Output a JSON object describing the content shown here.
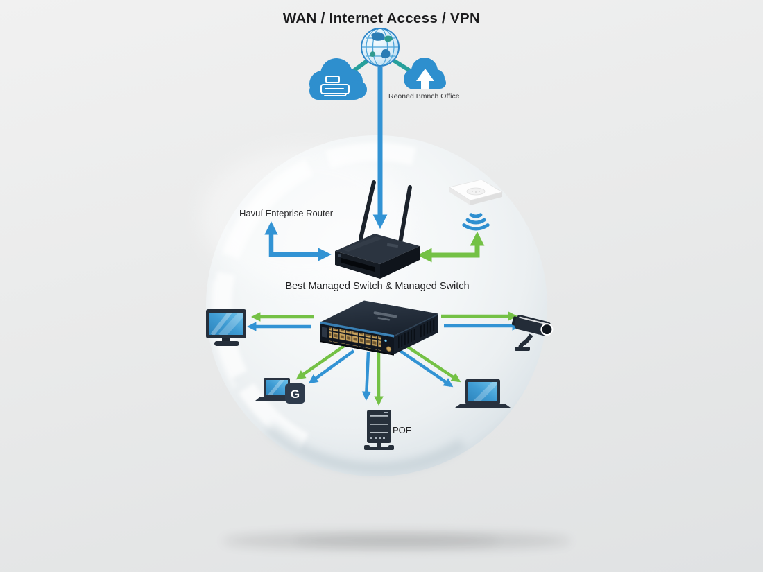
{
  "title": "WAN / Internet Access / VPN",
  "wan": {
    "branch_label": "Reoned Bmnch Office",
    "globe_icon": "globe-icon",
    "server_cloud_icon": "cloud-print-server-icon",
    "branch_cloud_icon": "cloud-upload-icon"
  },
  "lan": {
    "router_label": "Havuí Enteprise Router",
    "switch_label": "Best Managed Switch & Managed Switch",
    "poe_label": "POE",
    "laptop_badge": "G",
    "access_point_icon": "ceiling-access-point-icon",
    "wifi_icon": "wifi-waves-icon",
    "devices": [
      "monitor",
      "cctv-camera",
      "laptop-with-g-badge",
      "poe-server",
      "laptop"
    ]
  },
  "colors": {
    "arrow_blue": "#3293d4",
    "arrow_green": "#74c145",
    "link_teal": "#27a09b",
    "cloud_blue": "#2e8fce",
    "wifi_blue": "#2e8fd0",
    "device_navy": "#232c38",
    "screen_blue": "#3a9fd8",
    "port_gold": "#c9a45f",
    "switch_body": "#1a222e",
    "sphere_rim": "#c7d2d9",
    "background": "#e9eaea",
    "text_dark": "#1d1d1f"
  }
}
